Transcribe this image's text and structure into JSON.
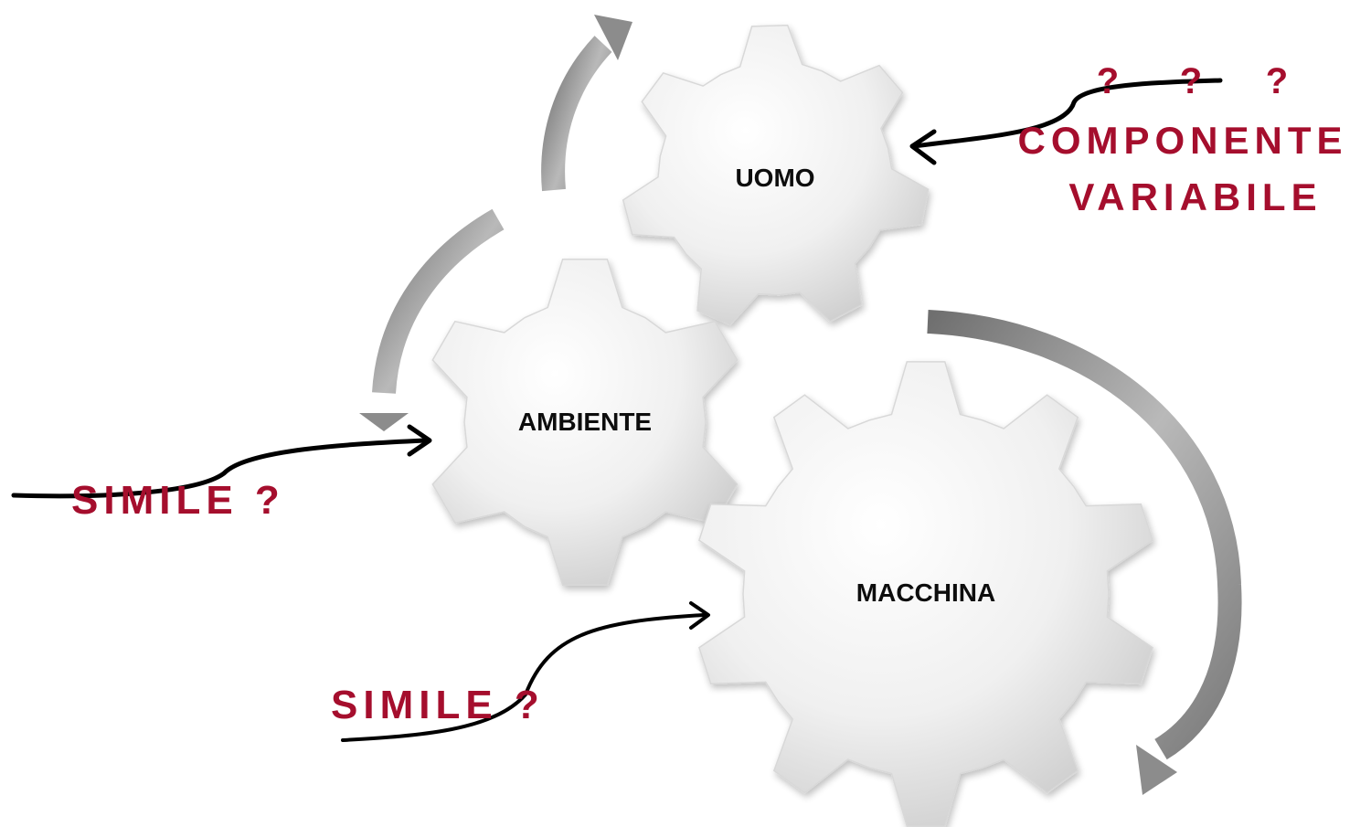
{
  "gears": {
    "uomo": {
      "label": "UOMO"
    },
    "ambiente": {
      "label": "AMBIENTE"
    },
    "macchina": {
      "label": "MACCHINA"
    }
  },
  "annotations": {
    "question_marks": [
      "?",
      "?",
      "?"
    ],
    "componente": "COMPONENTE",
    "variabile": "VARIABILE",
    "simile_left": "SIMILE ?",
    "simile_bottom": "SIMILE ?"
  },
  "colors": {
    "annotation_red": "#a50e2d",
    "gear_fill_light": "#fbfbfb",
    "gear_fill_dark": "#cfcfcf",
    "cycle_arrow_gray": "#8a8a8a",
    "pointer_arrow": "#000000"
  }
}
